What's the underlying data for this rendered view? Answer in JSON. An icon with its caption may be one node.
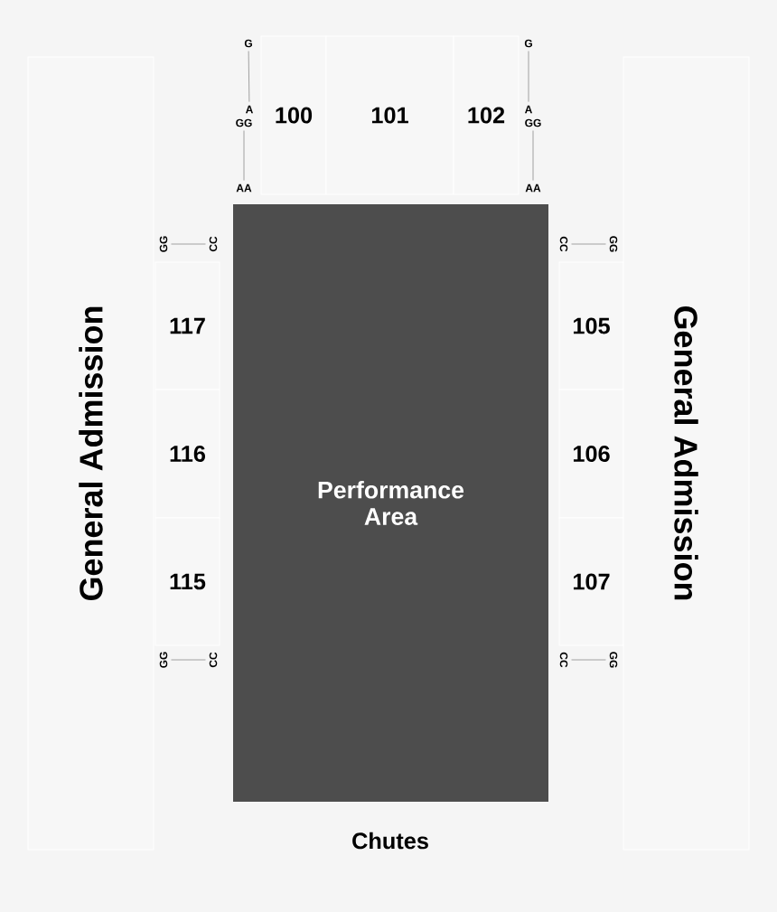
{
  "diagram": {
    "nodes": [
      {
        "text": [
          "General Admission"
        ]
      },
      {
        "text": [
          "100"
        ]
      },
      {
        "text": [
          "101"
        ]
      },
      {
        "text": [
          "102"
        ]
      },
      {
        "text": [
          "Performance Area"
        ]
      },
      {
        "text": [
          "117"
        ]
      },
      {
        "text": [
          "116"
        ]
      },
      {
        "text": [
          "115"
        ]
      },
      {
        "text": [
          "105"
        ]
      },
      {
        "text": [
          "106"
        ]
      },
      {
        "text": [
          "107"
        ]
      },
      {
        "text": [
          "General Admission"
        ]
      },
      {
        "text": [
          "G"
        ]
      },
      {
        "text": [
          "A"
        ]
      },
      {
        "text": [
          "GG"
        ]
      },
      {
        "text": [
          "AA"
        ]
      },
      {
        "text": [
          "G"
        ]
      },
      {
        "text": [
          "A"
        ]
      },
      {
        "text": [
          "GG"
        ]
      },
      {
        "text": [
          "AA"
        ]
      },
      {
        "text": [
          "GG"
        ]
      },
      {
        "text": [
          "CC"
        ]
      },
      {
        "text": [
          "GG"
        ]
      },
      {
        "text": [
          "CC"
        ]
      },
      {
        "text": [
          "CC"
        ]
      },
      {
        "text": [
          "GG"
        ]
      },
      {
        "text": [
          "CC"
        ]
      },
      {
        "text": [
          "GG"
        ]
      }
    ],
    "edges": [
      {
        "from": 12,
        "to": 13,
        "arrow": "none"
      },
      {
        "from": 14,
        "to": 15,
        "arrow": "none"
      },
      {
        "from": 16,
        "to": 17,
        "arrow": "none"
      },
      {
        "from": 18,
        "to": 19,
        "arrow": "none"
      },
      {
        "from": 20,
        "to": 21,
        "arrow": "none"
      },
      {
        "from": 22,
        "to": 23,
        "arrow": "none"
      },
      {
        "from": 24,
        "to": 25,
        "arrow": "none"
      },
      {
        "from": 26,
        "to": 27,
        "arrow": "none"
      }
    ],
    "labels": [
      "Chutes"
    ]
  }
}
